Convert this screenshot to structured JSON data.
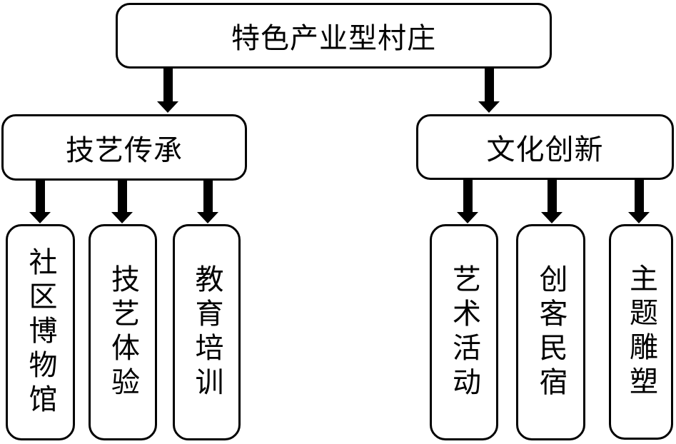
{
  "diagram": {
    "type": "flowchart",
    "colors": {
      "border": "#000000",
      "text": "#000000",
      "background": "#ffffff",
      "arrow": "#000000"
    },
    "root": {
      "label": "特色产业型村庄"
    },
    "branches": [
      {
        "label": "技艺传承",
        "children": [
          {
            "label": "社区博物馆"
          },
          {
            "label": "技艺体验"
          },
          {
            "label": "教育培训"
          }
        ]
      },
      {
        "label": "文化创新",
        "children": [
          {
            "label": "艺术活动"
          },
          {
            "label": "创客民宿"
          },
          {
            "label": "主题雕塑"
          }
        ]
      }
    ]
  }
}
